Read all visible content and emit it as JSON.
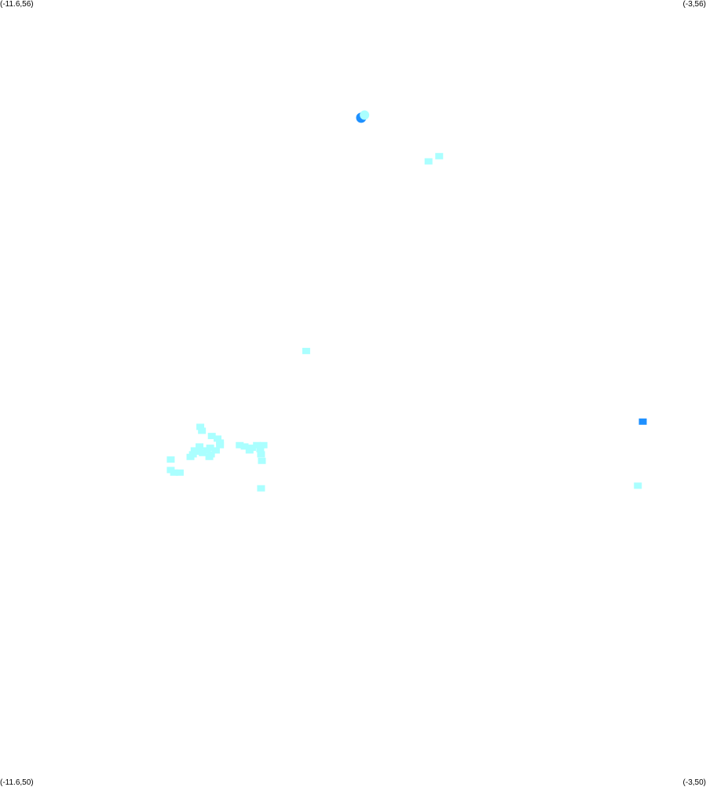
{
  "corners": {
    "top_left": "(-11.6,56)",
    "top_right": "(-3,56)",
    "bottom_left": "(-11.6,50)",
    "bottom_right": "(-3,50)"
  },
  "bounds": {
    "lon_min": -11.6,
    "lon_max": -3,
    "lat_min": 50,
    "lat_max": 56
  },
  "colors": {
    "background": "#ffffff",
    "low": "#aaffff",
    "mid": "#66ddff",
    "high": "#1e90ff"
  },
  "marks": [
    {
      "lon": -7.2,
      "lat": 55.1,
      "level": "high",
      "shape": "circle"
    },
    {
      "lon": -7.16,
      "lat": 55.12,
      "level": "low",
      "shape": "circle"
    },
    {
      "lon": -6.25,
      "lat": 54.8,
      "level": "low",
      "shape": "square"
    },
    {
      "lon": -6.38,
      "lat": 54.76,
      "level": "low",
      "shape": "square"
    },
    {
      "lon": -7.87,
      "lat": 53.31,
      "level": "low",
      "shape": "square"
    },
    {
      "lon": -3.77,
      "lat": 52.77,
      "level": "high",
      "shape": "square"
    },
    {
      "lon": -3.83,
      "lat": 52.28,
      "level": "low",
      "shape": "square"
    },
    {
      "lon": -9.16,
      "lat": 52.73,
      "level": "low",
      "shape": "square"
    },
    {
      "lon": -9.14,
      "lat": 52.7,
      "level": "low",
      "shape": "square"
    },
    {
      "lon": -9.02,
      "lat": 52.66,
      "level": "low",
      "shape": "square"
    },
    {
      "lon": -8.95,
      "lat": 52.64,
      "level": "low",
      "shape": "square"
    },
    {
      "lon": -8.92,
      "lat": 52.61,
      "level": "low",
      "shape": "square"
    },
    {
      "lon": -8.92,
      "lat": 52.59,
      "level": "low",
      "shape": "square"
    },
    {
      "lon": -9.04,
      "lat": 52.57,
      "level": "low",
      "shape": "square"
    },
    {
      "lon": -9.08,
      "lat": 52.55,
      "level": "low",
      "shape": "square"
    },
    {
      "lon": -9.13,
      "lat": 52.53,
      "level": "low",
      "shape": "square"
    },
    {
      "lon": -9.18,
      "lat": 52.54,
      "level": "low",
      "shape": "square"
    },
    {
      "lon": -9.25,
      "lat": 52.52,
      "level": "low",
      "shape": "square"
    },
    {
      "lon": -9.23,
      "lat": 52.55,
      "level": "low",
      "shape": "square"
    },
    {
      "lon": -9.17,
      "lat": 52.58,
      "level": "low",
      "shape": "square"
    },
    {
      "lon": -9.03,
      "lat": 52.52,
      "level": "low",
      "shape": "square"
    },
    {
      "lon": -8.97,
      "lat": 52.55,
      "level": "low",
      "shape": "square"
    },
    {
      "lon": -9.05,
      "lat": 52.5,
      "level": "low",
      "shape": "square"
    },
    {
      "lon": -9.28,
      "lat": 52.5,
      "level": "low",
      "shape": "square"
    },
    {
      "lon": -9.52,
      "lat": 52.48,
      "level": "low",
      "shape": "square"
    },
    {
      "lon": -9.52,
      "lat": 52.4,
      "level": "low",
      "shape": "square"
    },
    {
      "lon": -9.48,
      "lat": 52.38,
      "level": "low",
      "shape": "square"
    },
    {
      "lon": -9.41,
      "lat": 52.38,
      "level": "low",
      "shape": "square"
    },
    {
      "lon": -8.68,
      "lat": 52.59,
      "level": "low",
      "shape": "square"
    },
    {
      "lon": -8.62,
      "lat": 52.58,
      "level": "low",
      "shape": "square"
    },
    {
      "lon": -8.53,
      "lat": 52.57,
      "level": "low",
      "shape": "square"
    },
    {
      "lon": -8.47,
      "lat": 52.59,
      "level": "low",
      "shape": "square"
    },
    {
      "lon": -8.43,
      "lat": 52.56,
      "level": "low",
      "shape": "square"
    },
    {
      "lon": -8.39,
      "lat": 52.59,
      "level": "low",
      "shape": "square"
    },
    {
      "lon": -8.56,
      "lat": 52.55,
      "level": "low",
      "shape": "square"
    },
    {
      "lon": -8.42,
      "lat": 52.52,
      "level": "low",
      "shape": "square"
    },
    {
      "lon": -8.41,
      "lat": 52.47,
      "level": "low",
      "shape": "square"
    },
    {
      "lon": -8.42,
      "lat": 52.26,
      "level": "low",
      "shape": "square"
    }
  ]
}
